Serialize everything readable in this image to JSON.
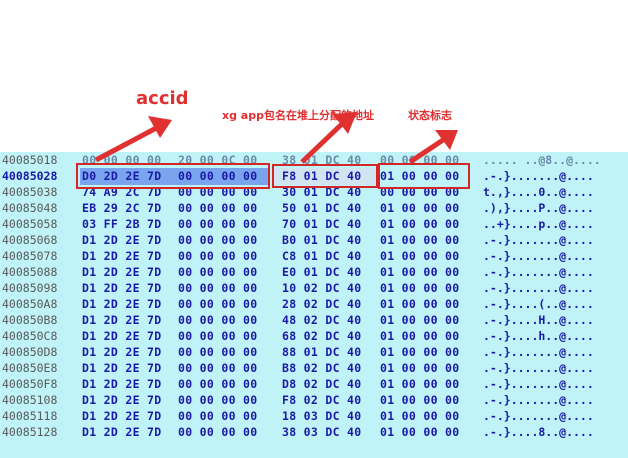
{
  "annotations": {
    "accid_label": "accid",
    "heap_label": "xg app包名在堆上分配的地址",
    "status_label": "状态标志"
  },
  "hex_view": {
    "rows": [
      {
        "addr": "40085018",
        "g": [
          "00 00 00 00",
          "20 00 0C 00",
          "38 01 DC 40",
          "00 00 00 00"
        ],
        "ascii": "..... ..@8..@...."
      },
      {
        "addr": "40085028",
        "g": [
          "D0 2D 2E 7D",
          "00 00 00 00",
          "F8 01 DC 40",
          "01 00 00 00"
        ],
        "ascii": ".-.}.......@...."
      },
      {
        "addr": "40085038",
        "g": [
          "74 A9 2C 7D",
          "00 00 00 00",
          "30 01 DC 40",
          "00 00 00 00"
        ],
        "ascii": "t.,}....0..@...."
      },
      {
        "addr": "40085048",
        "g": [
          "EB 29 2C 7D",
          "00 00 00 00",
          "50 01 DC 40",
          "01 00 00 00"
        ],
        "ascii": ".),}....P..@...."
      },
      {
        "addr": "40085058",
        "g": [
          "03 FF 2B 7D",
          "00 00 00 00",
          "70 01 DC 40",
          "01 00 00 00"
        ],
        "ascii": "..+}....p..@...."
      },
      {
        "addr": "40085068",
        "g": [
          "D1 2D 2E 7D",
          "00 00 00 00",
          "B0 01 DC 40",
          "01 00 00 00"
        ],
        "ascii": ".-.}.......@...."
      },
      {
        "addr": "40085078",
        "g": [
          "D1 2D 2E 7D",
          "00 00 00 00",
          "C8 01 DC 40",
          "01 00 00 00"
        ],
        "ascii": ".-.}.......@...."
      },
      {
        "addr": "40085088",
        "g": [
          "D1 2D 2E 7D",
          "00 00 00 00",
          "E0 01 DC 40",
          "01 00 00 00"
        ],
        "ascii": ".-.}.......@...."
      },
      {
        "addr": "40085098",
        "g": [
          "D1 2D 2E 7D",
          "00 00 00 00",
          "10 02 DC 40",
          "01 00 00 00"
        ],
        "ascii": ".-.}.......@...."
      },
      {
        "addr": "400850A8",
        "g": [
          "D1 2D 2E 7D",
          "00 00 00 00",
          "28 02 DC 40",
          "01 00 00 00"
        ],
        "ascii": ".-.}....(..@...."
      },
      {
        "addr": "400850B8",
        "g": [
          "D1 2D 2E 7D",
          "00 00 00 00",
          "48 02 DC 40",
          "01 00 00 00"
        ],
        "ascii": ".-.}....H..@...."
      },
      {
        "addr": "400850C8",
        "g": [
          "D1 2D 2E 7D",
          "00 00 00 00",
          "68 02 DC 40",
          "01 00 00 00"
        ],
        "ascii": ".-.}....h..@...."
      },
      {
        "addr": "400850D8",
        "g": [
          "D1 2D 2E 7D",
          "00 00 00 00",
          "88 01 DC 40",
          "01 00 00 00"
        ],
        "ascii": ".-.}.......@...."
      },
      {
        "addr": "400850E8",
        "g": [
          "D1 2D 2E 7D",
          "00 00 00 00",
          "B8 02 DC 40",
          "01 00 00 00"
        ],
        "ascii": ".-.}.......@...."
      },
      {
        "addr": "400850F8",
        "g": [
          "D1 2D 2E 7D",
          "00 00 00 00",
          "D8 02 DC 40",
          "01 00 00 00"
        ],
        "ascii": ".-.}.......@...."
      },
      {
        "addr": "40085108",
        "g": [
          "D1 2D 2E 7D",
          "00 00 00 00",
          "F8 02 DC 40",
          "01 00 00 00"
        ],
        "ascii": ".-.}.......@...."
      },
      {
        "addr": "40085118",
        "g": [
          "D1 2D 2E 7D",
          "00 00 00 00",
          "18 03 DC 40",
          "01 00 00 00"
        ],
        "ascii": ".-.}.......@...."
      },
      {
        "addr": "40085128",
        "g": [
          "D1 2D 2E 7D",
          "00 00 00 00",
          "38 03 DC 40",
          "01 00 00 00"
        ],
        "ascii": ".-.}....8..@...."
      }
    ]
  },
  "colors": {
    "annotation": "#e03030",
    "hex_text": "#1a1aa8",
    "panel_bg": "#bff3f7"
  }
}
